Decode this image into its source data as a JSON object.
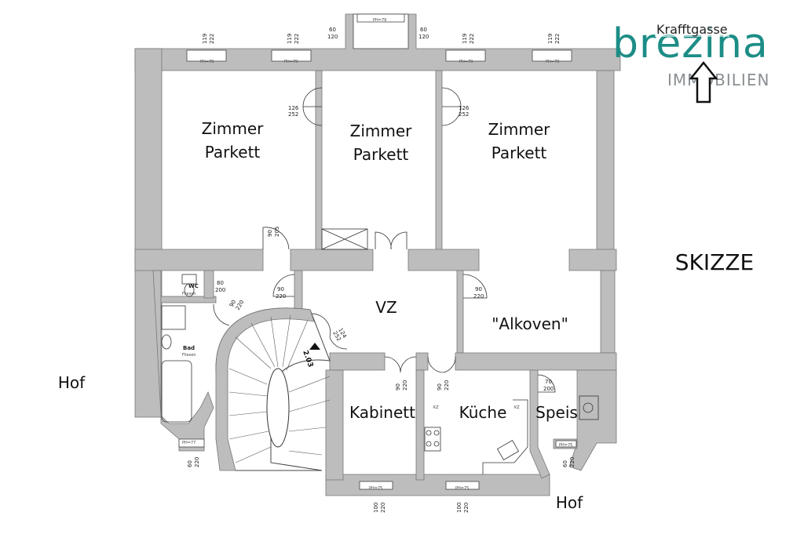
{
  "logo": {
    "brand": "brezina",
    "sub": "IMMOBILIEN",
    "street": "Krafftgasse",
    "color_brand": "#1c8d86",
    "color_sub": "#8a8f93"
  },
  "title": "SKIZZE",
  "rooms": {
    "zimmer1": {
      "l1": "Zimmer",
      "l2": "Parkett"
    },
    "zimmer2": {
      "l1": "Zimmer",
      "l2": "Parkett"
    },
    "zimmer3": {
      "l1": "Zimmer",
      "l2": "Parkett"
    },
    "vz": "VZ",
    "alkoven": "\"Alkoven\"",
    "kabinett": "Kabinett",
    "kueche": "Küche",
    "speis": "Speis",
    "wc": "WC",
    "wc_floor": "Fliesen",
    "bad": "Bad",
    "bad_floor": "Fliesen"
  },
  "hof_left": "Hof",
  "hof_bottom": "Hof",
  "dims": {
    "d1": "119",
    "d1b": "222",
    "d2": "119",
    "d2b": "222",
    "d3": "60",
    "d3b": "120",
    "d4": "60",
    "d4b": "120",
    "d5": "119",
    "d5b": "222",
    "d6": "119",
    "d6b": "222",
    "d7": "126",
    "d7b": "252",
    "d8": "126",
    "d8b": "252",
    "d9": "90",
    "d9b": "205",
    "d10": "80",
    "d10b": "200",
    "d11": "90",
    "d11b": "220",
    "d12": "90",
    "d12b": "220",
    "d13": "124",
    "d13b": "252",
    "d14": "90",
    "d14b": "220",
    "d15": "90",
    "d15b": "220",
    "d16": "70",
    "d16b": "200",
    "d17": "60",
    "d17b": "220",
    "d18": "60",
    "d18b": "220",
    "d19": "100",
    "d19b": "220",
    "d20": "100",
    "d20b": "220",
    "stair": "2.03",
    "ph1": "PH=79",
    "ph2": "PH=79",
    "ph3": "PH=79",
    "ph4": "PH=79",
    "ph5": "PH=79",
    "ph6": "PH=77",
    "ph7": "PH=75",
    "ph8": "PH=75",
    "ph9": "PH=75",
    "kz1": "KZ",
    "kz2": "KZ"
  }
}
